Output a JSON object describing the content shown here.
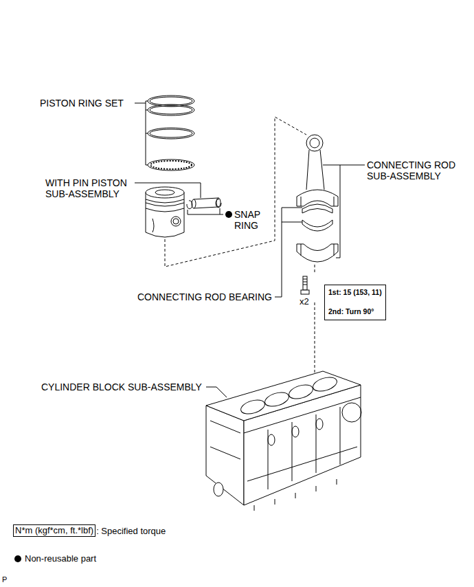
{
  "diagram": {
    "nodes": [
      {
        "text": [
          "1st: 15 (153, 11)",
          "2nd: Turn 90°"
        ]
      },
      {
        "text": [
          "N*m (kgf*cm, ft.*lbf)"
        ]
      }
    ],
    "labels": [
      "PISTON RING SET",
      "WITH PIN PISTON SUB-ASSEMBLY",
      "SNAP RING",
      "CONNECTING ROD SUB-ASSEMBLY",
      "CONNECTING ROD BEARING",
      "x2",
      "CYLINDER BLOCK SUB-ASSEMBLY",
      ": Specified torque",
      "P"
    ],
    "legend": [
      {
        "text": "Non-reusable part"
      }
    ]
  }
}
